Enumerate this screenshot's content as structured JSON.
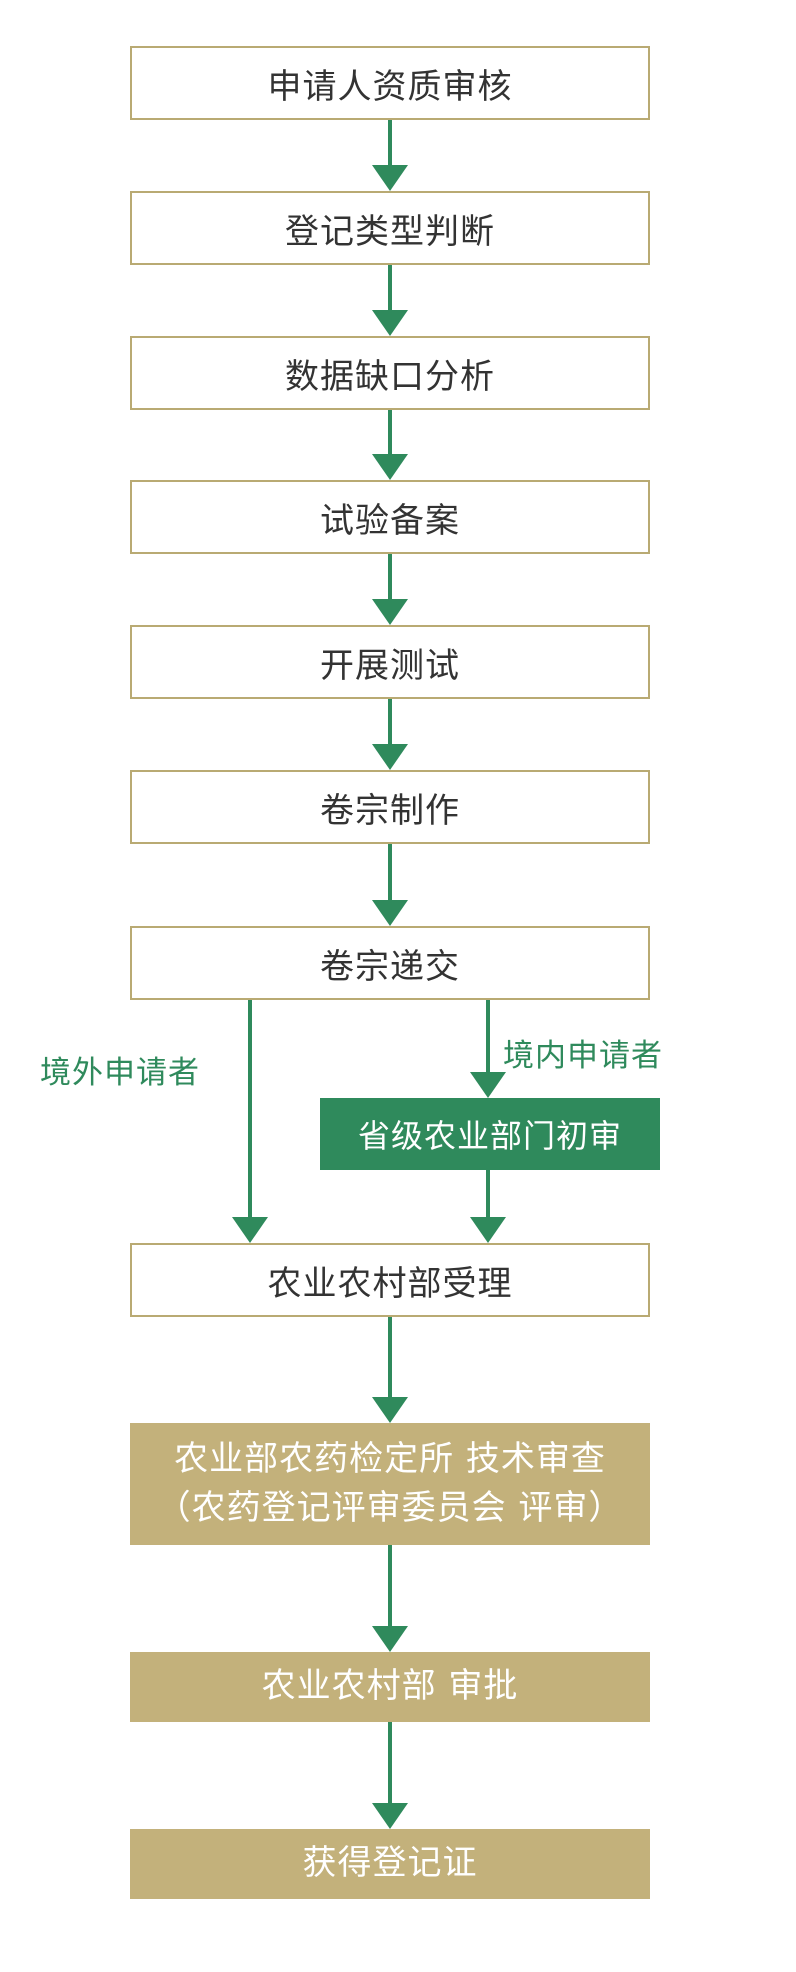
{
  "colors": {
    "arrow": "#2f8a5c",
    "box_border": "#b9aa73",
    "green_box": "#2f8a5c",
    "gold_box": "#c3b17b",
    "text": "#333333",
    "label_text": "#2f8a5c"
  },
  "steps": [
    "申请人资质审核",
    "登记类型判断",
    "数据缺口分析",
    "试验备案",
    "开展测试",
    "卷宗制作",
    "卷宗递交"
  ],
  "branch": {
    "foreign_label": "境外申请者",
    "domestic_label": "境内申请者",
    "provincial_review": "省级农业部门初审"
  },
  "acceptance": "农业农村部受理",
  "technical_review": {
    "line1": "农业部农药检定所 技术审查",
    "line2": "（农药登记评审委员会 评审）"
  },
  "approval": "农业农村部 审批",
  "certificate": "获得登记证"
}
